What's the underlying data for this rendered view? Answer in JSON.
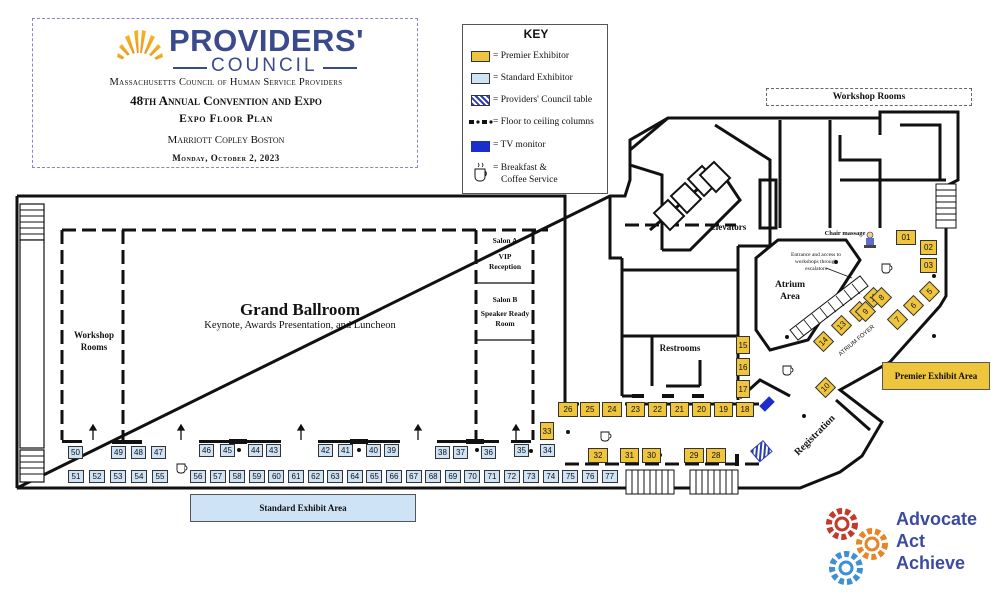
{
  "header": {
    "org_top": "PROVIDERS'",
    "org_bottom": "COUNCIL",
    "org_full": "Massachusetts Council of Human Service Providers",
    "convention": "48th Annual Convention and Expo",
    "plan_title": "Expo Floor Plan",
    "venue": "Marriott Copley Boston",
    "date": "Monday, October 2, 2023"
  },
  "key": {
    "title": "KEY",
    "items": [
      {
        "label": "= Premier Exhibitor",
        "icon": "premier-swatch",
        "color": "#f0c53e"
      },
      {
        "label": "= Standard Exhibitor",
        "icon": "standard-swatch",
        "color": "#cfe3f7"
      },
      {
        "label": "= Providers' Council table",
        "icon": "hatched-swatch"
      },
      {
        "label": "= Floor to ceiling columns",
        "icon": "column-dashes"
      },
      {
        "label": "= TV monitor",
        "icon": "tv-monitor",
        "color": "#1c2ec9"
      },
      {
        "label": "= Breakfast &",
        "icon": "coffee-service"
      },
      {
        "label": "Coffee Service",
        "icon": "coffee-service"
      }
    ]
  },
  "rooms": {
    "grand_ballroom": "Grand Ballroom",
    "ballroom_sub": "Keynote, Awards Presentation, and Luncheon",
    "workshop_left_1": "Workshop",
    "workshop_left_2": "Rooms",
    "salon_a": "Salon A",
    "vip_1": "VIP",
    "vip_2": "Reception",
    "salon_b": "Salon B",
    "speaker_1": "Speaker Ready",
    "speaker_2": "Room",
    "restrooms": "Restrooms",
    "elevators": "Elevators",
    "atrium_1": "Atrium",
    "atrium_2": "Area",
    "atrium_foyer": "ATRIUM FOYER",
    "chair_massage": "Chair massage",
    "entrance_1": "Entrance and access to",
    "entrance_2": "workshops through",
    "entrance_3": "escalators",
    "registration": "Registration",
    "workshop_top": "Workshop Rooms"
  },
  "areas": {
    "premier": "Premier Exhibit Area",
    "standard": "Standard Exhibit Area"
  },
  "branding": {
    "advocate": "Advocate",
    "act": "Act",
    "achieve": "Achieve"
  },
  "booths": {
    "premier": [
      "01",
      "02",
      "03",
      "10",
      "11",
      "12",
      "13",
      "14",
      "15",
      "16",
      "17",
      "18",
      "19",
      "20",
      "21",
      "22",
      "23",
      "24",
      "25",
      "26",
      "28",
      "29",
      "30",
      "31",
      "32",
      "33",
      "5",
      "6",
      "7",
      "8",
      "9"
    ],
    "standard": [
      "34",
      "35",
      "36",
      "37",
      "38",
      "39",
      "40",
      "41",
      "42",
      "43",
      "44",
      "45",
      "46",
      "47",
      "48",
      "49",
      "50",
      "51",
      "52",
      "53",
      "54",
      "55",
      "56",
      "57",
      "58",
      "59",
      "60",
      "61",
      "62",
      "63",
      "64",
      "65",
      "66",
      "67",
      "68",
      "69",
      "70",
      "71",
      "72",
      "73",
      "74",
      "75",
      "76",
      "77"
    ]
  },
  "colors": {
    "premier": "#f0c53e",
    "standard": "#cfe3f7",
    "brand_blue": "#3a4a8c"
  }
}
